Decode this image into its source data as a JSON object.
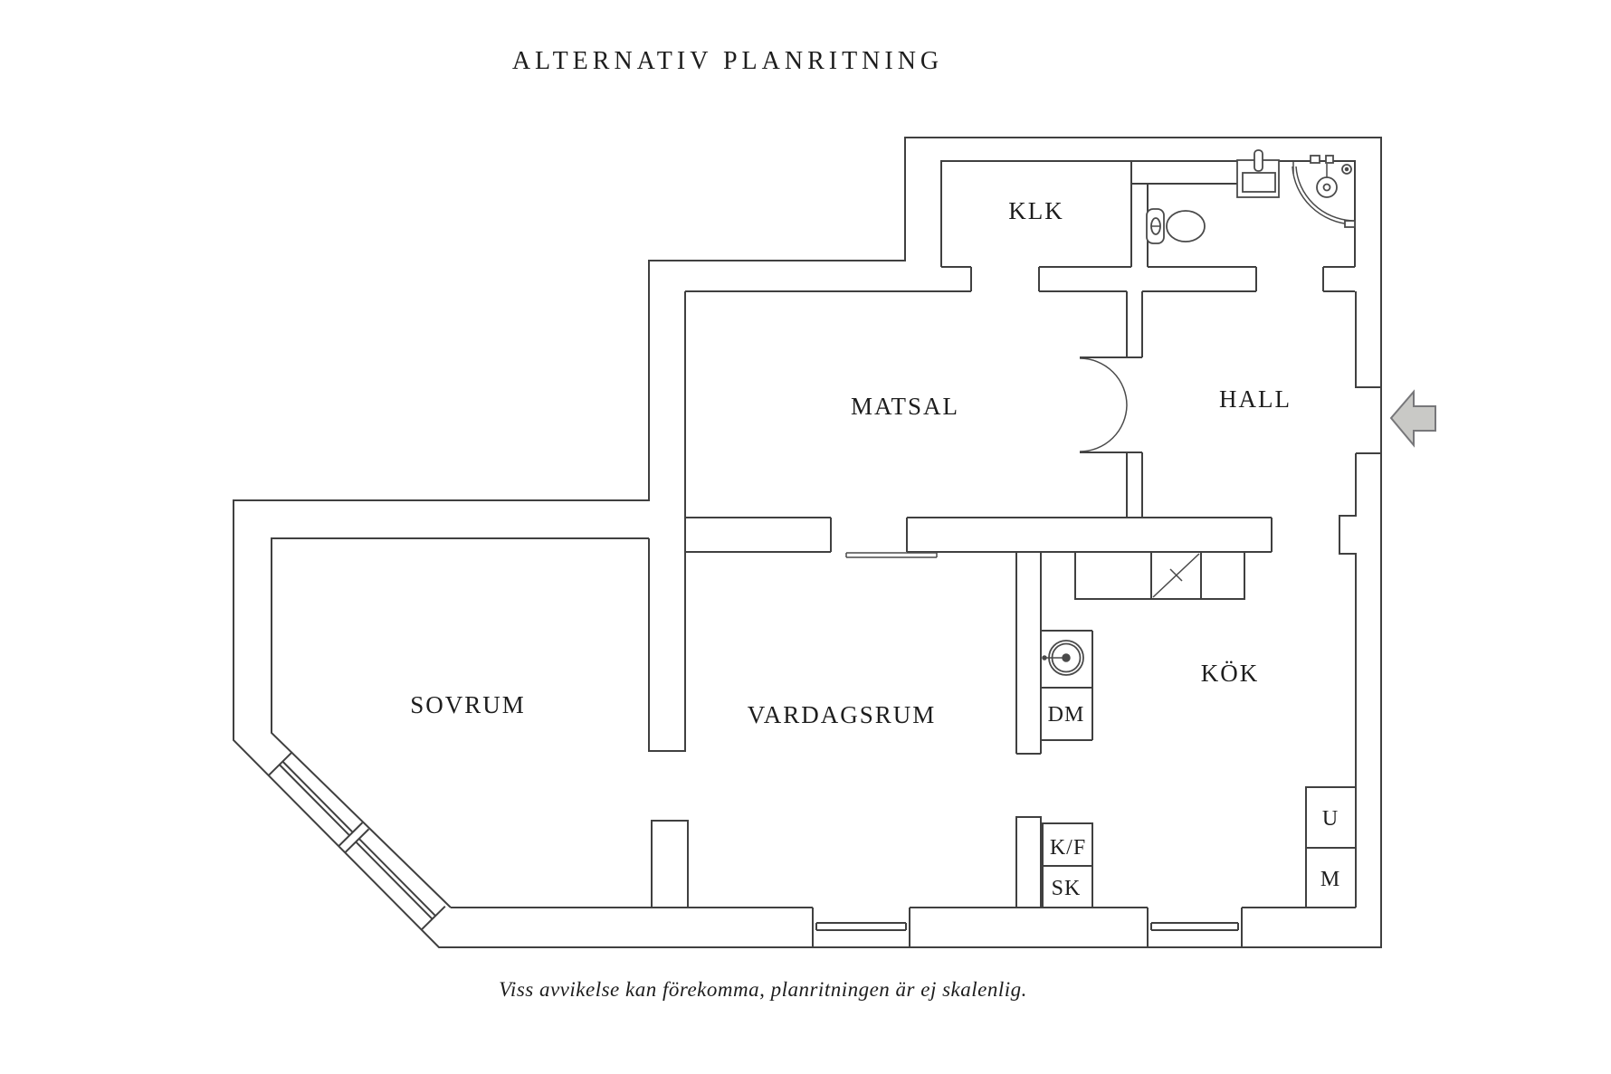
{
  "title": "ALTERNATIV PLANRITNING",
  "caption": "Viss avvikelse kan förekomma, planritningen är ej skalenlig.",
  "rooms": {
    "klk": {
      "label": "KLK"
    },
    "matsal": {
      "label": "MATSAL"
    },
    "hall": {
      "label": "HALL"
    },
    "sovrum": {
      "label": "SOVRUM"
    },
    "vardagsrum": {
      "label": "VARDAGSRUM"
    },
    "kok": {
      "label": "KÖK"
    }
  },
  "appliances": {
    "dm": {
      "label": "DM"
    },
    "kf": {
      "label": "K/F"
    },
    "sk": {
      "label": "SK"
    },
    "u": {
      "label": "U"
    },
    "m": {
      "label": "M"
    }
  },
  "fixtures": [
    "toilet",
    "bathroom-sink",
    "corner-shower",
    "kitchen-sink",
    "stove",
    "dishwasher",
    "fridge-freezer",
    "cleaning-cabinet",
    "oven",
    "microwave",
    "entrance-arrow",
    "double-swing-door",
    "diagonal-bay-windows",
    "bottom-windows"
  ],
  "colors": {
    "background": "#ffffff",
    "wall": "#404040",
    "text": "#1d1d1d",
    "arrow_fill": "#c9c9c6",
    "arrow_stroke": "#77777a"
  }
}
